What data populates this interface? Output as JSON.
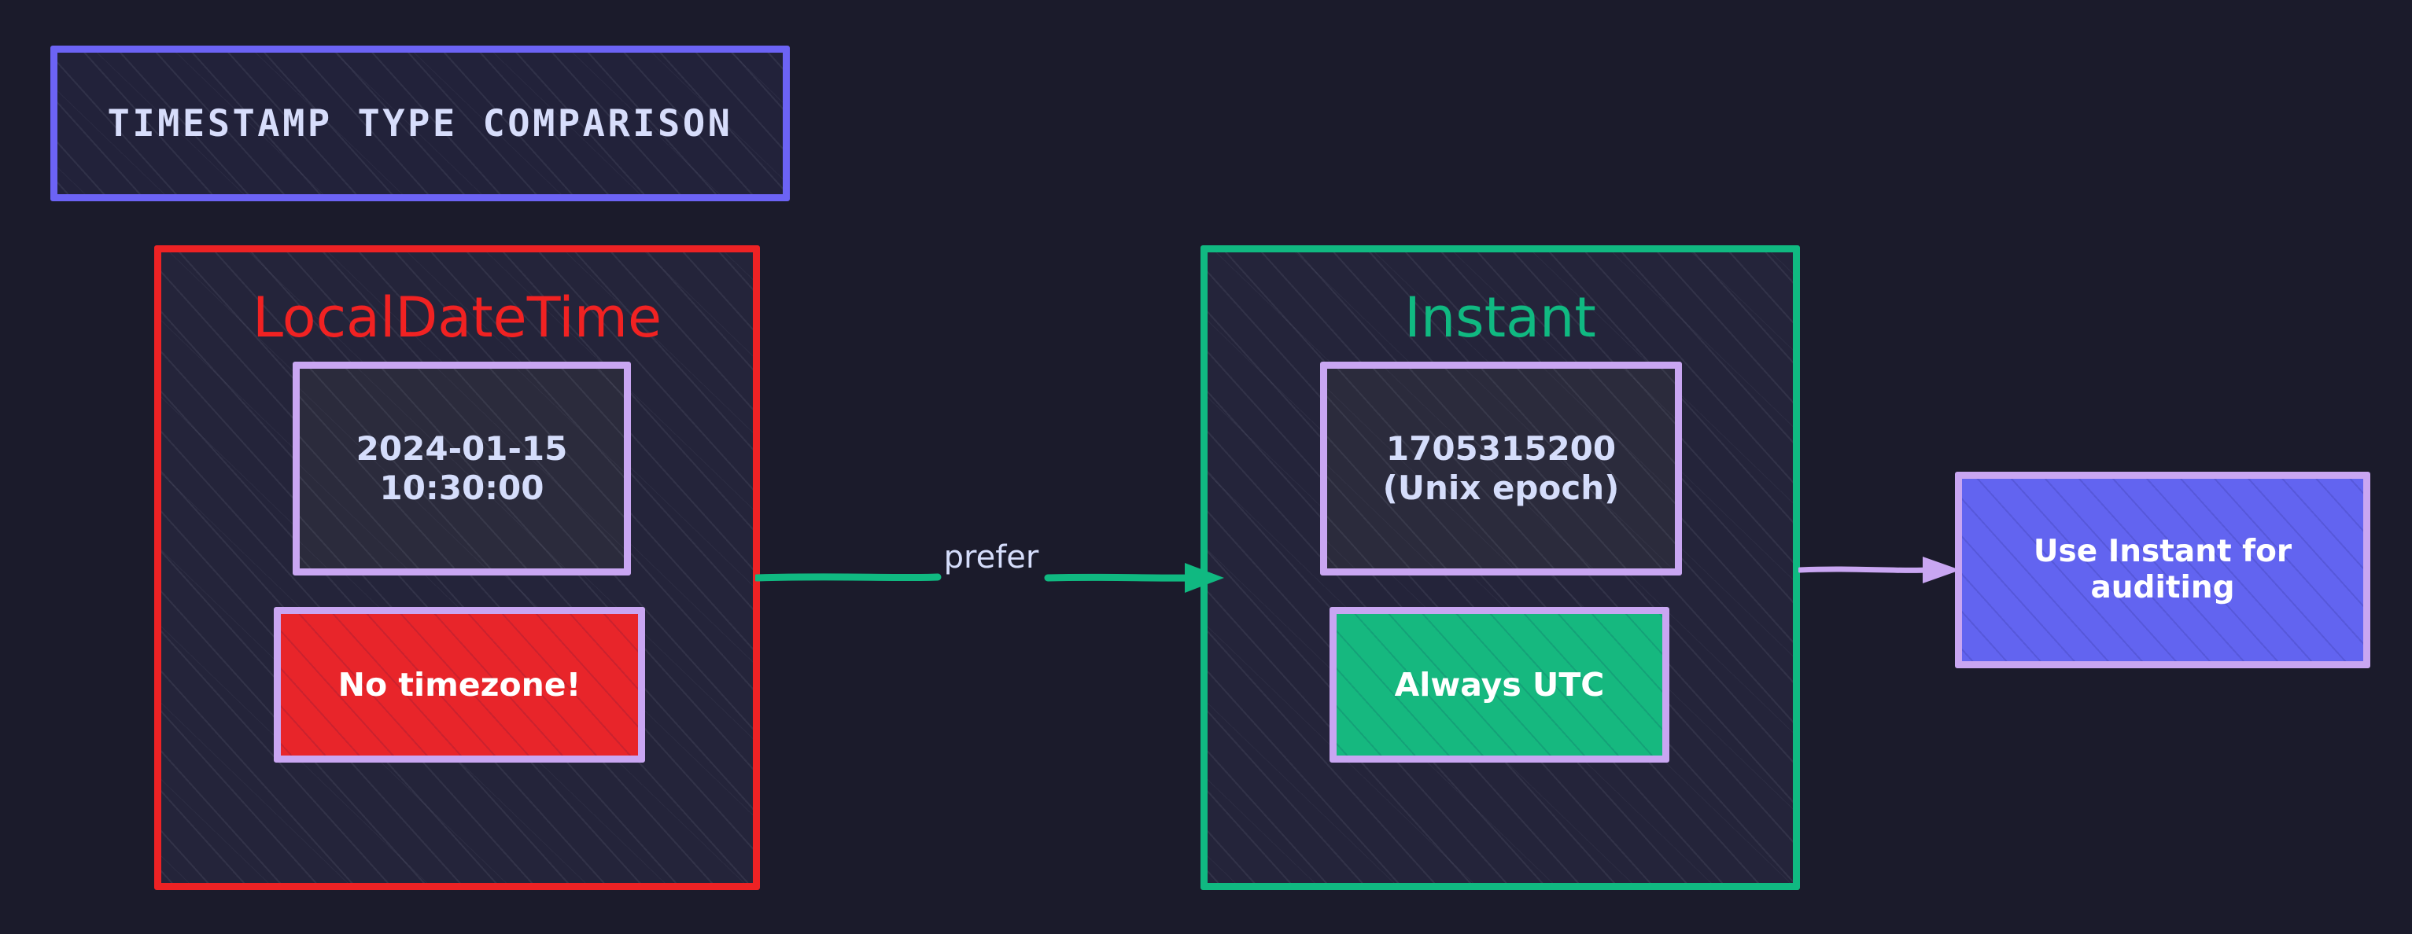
{
  "page": {
    "background_color": "#1b1b2b",
    "style": "hand-drawn sketch diagram"
  },
  "title": {
    "text": "TIMESTAMP TYPE COMPARISON",
    "border_color": "#6c63f5",
    "text_color": "#d7ddfb"
  },
  "columns": [
    {
      "id": "localdatetime",
      "heading": "LocalDateTime",
      "accent_color": "#ed2224",
      "value_box": {
        "line1": "2024-01-15",
        "line2": "10:30:00",
        "border_color": "#c9a6f2",
        "text_color": "#d5ddfb"
      },
      "tag_box": {
        "label": "No timezone!",
        "fill_color": "#e8252a",
        "border_color": "#c9a6f2",
        "text_color": "#ffffff"
      }
    },
    {
      "id": "instant",
      "heading": "Instant",
      "accent_color": "#10b981",
      "value_box": {
        "line1": "1705315200",
        "line2": "(Unix epoch)",
        "border_color": "#c9a6f2",
        "text_color": "#d5ddfb"
      },
      "tag_box": {
        "label": "Always UTC",
        "fill_color": "#16b87f",
        "border_color": "#c9a6f2",
        "text_color": "#ffffff"
      }
    }
  ],
  "connectors": [
    {
      "id": "prefer",
      "label": "prefer",
      "from": "localdatetime",
      "to": "instant",
      "color": "#10b981",
      "label_color": "#d5ddfb"
    },
    {
      "id": "to-advice",
      "label": "",
      "from": "instant",
      "to": "advice",
      "color": "#c9a6f2"
    }
  ],
  "advice": {
    "line1": "Use Instant for",
    "line2": "auditing",
    "fill_color": "#6264f0",
    "border_color": "#c9a6f2",
    "text_color": "#ffffff"
  }
}
